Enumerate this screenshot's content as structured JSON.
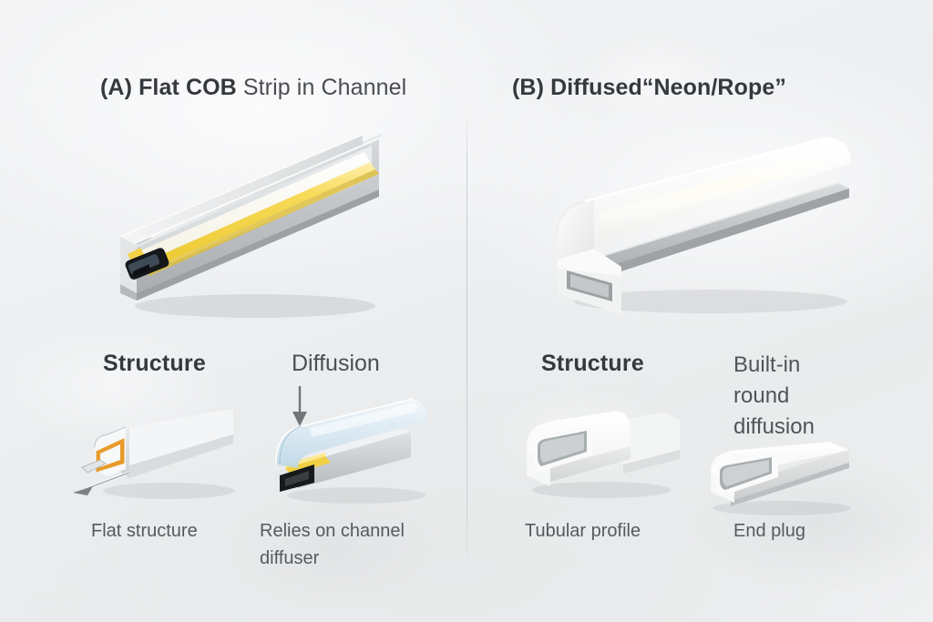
{
  "panels": [
    {
      "id": "A",
      "title": {
        "marker": "(A)",
        "emphasis": "Flat COB",
        "rest": "Strip in Channel"
      },
      "hero": {
        "name": "flat-cob-strip-in-channel",
        "strip_color": "#f3d64b",
        "channel_color": "#c9ccce",
        "connector_color": "#16181a"
      },
      "sections": [
        {
          "heading": "Structure",
          "heading_bold": true,
          "caption": "Flat structure",
          "figure": "flat-structure-end-detail"
        },
        {
          "heading": "Diffusion",
          "heading_bold": false,
          "caption": "Relies on channel diffuser",
          "figure": "channel-diffuser-detail"
        }
      ]
    },
    {
      "id": "B",
      "title": {
        "marker": "(B)",
        "emphasis": "Diffused",
        "rest": "“Neon/Rope”"
      },
      "hero": {
        "name": "diffused-neon-rope",
        "body_color": "#fbfbfa",
        "side_color": "#b9bcbe",
        "slot_color": "#9aa0a4"
      },
      "sections": [
        {
          "heading": "Structure",
          "heading_bold": true,
          "caption": "Tubular profile",
          "figure": "tubular-profile-detail"
        },
        {
          "heading": "Built-in round diffusion",
          "heading_bold": false,
          "caption": "End plug",
          "figure": "end-plug-detail"
        }
      ]
    }
  ],
  "labels": {
    "built_in": "Built-in",
    "round": "round",
    "diffusion_word": "diffusion",
    "relies_line1": "Relies on channel",
    "relies_line2": "diffuser"
  },
  "colors": {
    "background": "#eceef0",
    "text": "#4b4e53",
    "text_strong": "#35383d",
    "divider": "#ccd0d3",
    "cob_yellow": "#f3d64b",
    "diffuser_blue": "#cfe3ef",
    "accent_orange": "#e8a033",
    "arrow_grey": "#6d7277"
  }
}
